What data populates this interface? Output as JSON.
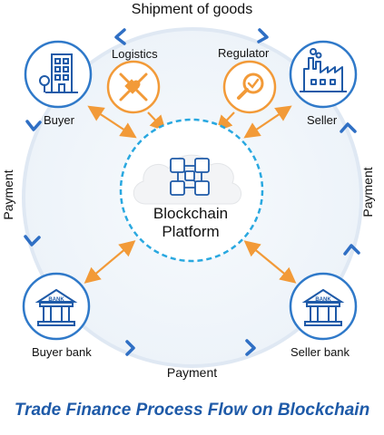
{
  "diagram": {
    "top_label": "Shipment of goods",
    "bottom_label": "Payment",
    "left_label": "Payment",
    "right_label": "Payment",
    "center_label_line1": "Blockchain",
    "center_label_line2": "Platform",
    "caption": "Trade Finance Process Flow on Blockchain",
    "nodes": {
      "buyer": "Buyer",
      "seller": "Seller",
      "buyer_bank": "Buyer bank",
      "seller_bank": "Seller bank",
      "logistics": "Logistics",
      "regulator": "Regulator",
      "bank_sign": "BANK"
    }
  },
  "colors": {
    "node_blue": "#1e5aa8",
    "node_ring": "#2f79c9",
    "accent_orange": "#f29a38",
    "center_dashed": "#29a8e0",
    "flow_ring": "#dfe8f3",
    "caption_blue": "#1e5aa8"
  },
  "icons": [
    "building-icon",
    "factory-icon",
    "no-shipping-icon",
    "magnifier-check-icon",
    "bank-icon",
    "blockchain-network-icon",
    "cloud-icon",
    "chevron-icon"
  ]
}
